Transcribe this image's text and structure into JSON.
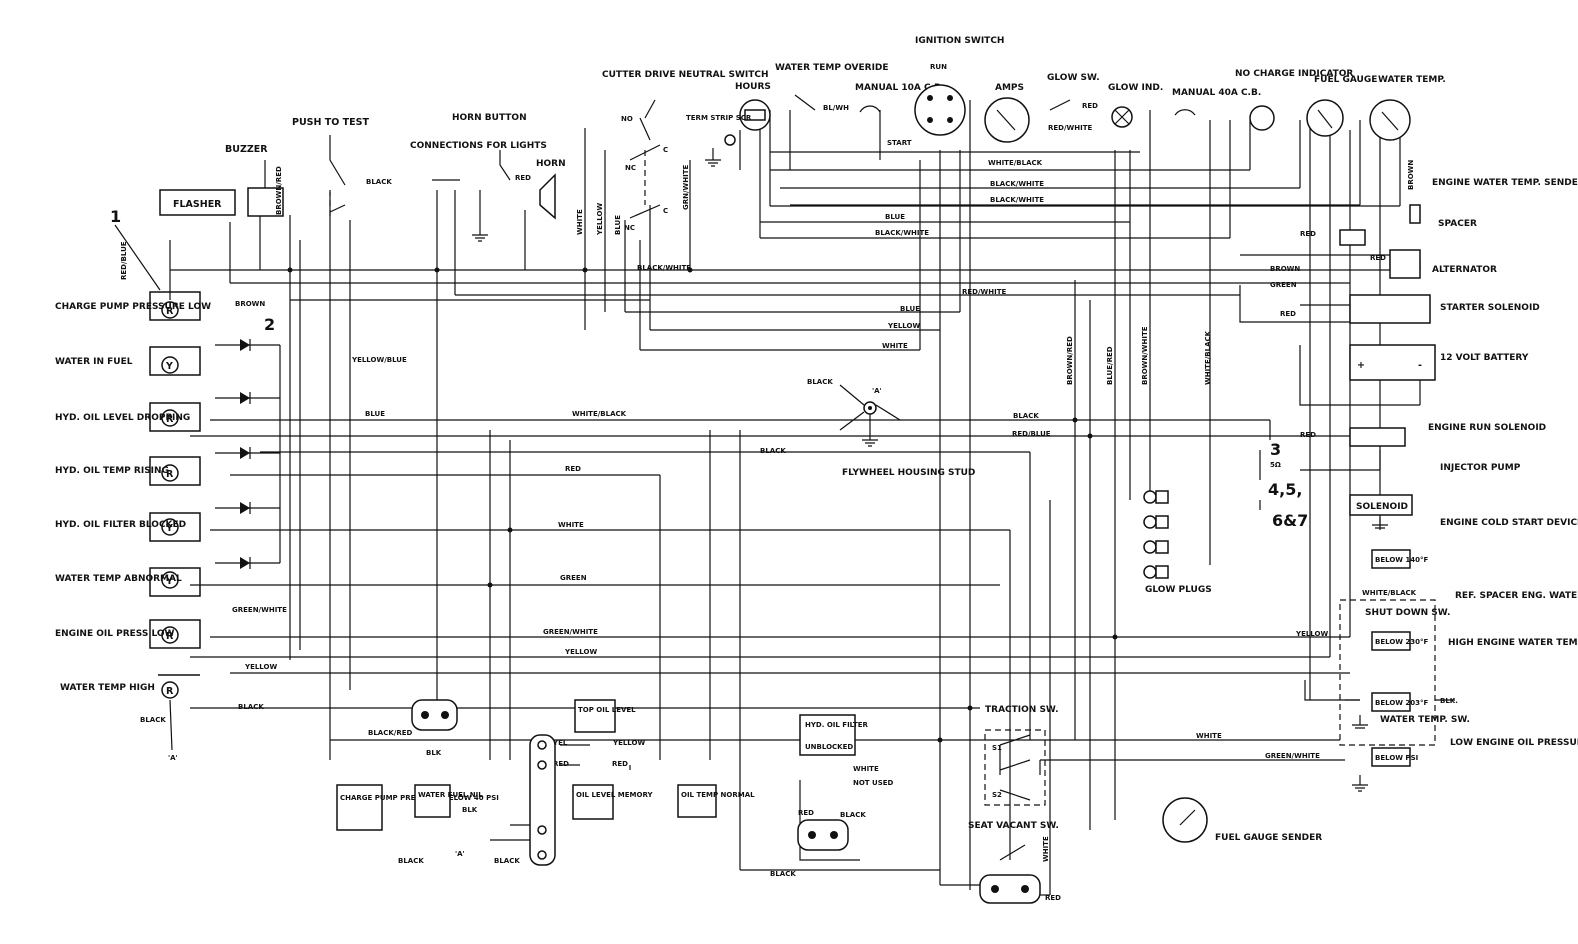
{
  "components": {
    "ignition_switch": "IGNITION SWITCH",
    "run": "RUN",
    "start": "START",
    "cutter_drive": "CUTTER DRIVE NEUTRAL SWITCH",
    "no": "NO",
    "nc": "NC",
    "c": "C",
    "hours": "HOURS",
    "term_strip": "TERM STRIP SCR",
    "water_temp_override": "WATER TEMP OVERIDE",
    "manual_10a": "MANUAL 10A C.B",
    "amps": "AMPS",
    "glow_sw": "GLOW SW.",
    "glow_ind": "GLOW IND.",
    "manual_40a": "MANUAL 40A C.B.",
    "no_charge": "NO CHARGE INDICATOR",
    "fuel_gauge": "FUEL GAUGE",
    "water_temp_gauge": "WATER TEMP.",
    "engine_water_temp_sender": "ENGINE WATER TEMP. SENDER",
    "spacer": "SPACER",
    "alternator": "ALTERNATOR",
    "starter_solenoid": "STARTER SOLENOID",
    "battery": "12 VOLT BATTERY",
    "engine_run_solenoid": "ENGINE RUN SOLENOID",
    "injector_pump": "INJECTOR PUMP",
    "solenoid": "SOLENOID",
    "cold_start": "ENGINE COLD START DEVICE",
    "below_140": "BELOW 140°F",
    "ref_spacer": "REF. SPACER ENG. WATER TEMP. SENDER",
    "shut_down": "SHUT DOWN SW.",
    "below_230": "BELOW 230°F",
    "high_engine": "HIGH ENGINE WATER TEMP.",
    "below_203": "BELOW 203°F",
    "water_temp_sw": "WATER TEMP. SW.",
    "blk": "BLK.",
    "low_oil": "LOW ENGINE OIL PRESSURE",
    "below_psi": "BELOW PSI",
    "flasher": "FLASHER",
    "buzzer": "BUZZER",
    "push_to_test": "PUSH TO TEST",
    "connections": "CONNECTIONS FOR LIGHTS",
    "horn_button": "HORN BUTTON",
    "horn": "HORN",
    "charge_pump": "CHARGE PUMP PRESSURE LOW",
    "water_in_fuel": "WATER IN FUEL",
    "hyd_oil_level": "HYD. OIL LEVEL DROPPING",
    "hyd_oil_temp": "HYD. OIL TEMP RISING",
    "hyd_oil_filter": "HYD. OIL FILTER BLOCKED",
    "water_temp_abnormal": "WATER TEMP ABNORMAL",
    "engine_oil_press": "ENGINE OIL PRESS LOW",
    "water_temp_high": "WATER TEMP HIGH",
    "flywheel": "FLYWHEEL HOUSING STUD",
    "glow_plugs": "GLOW PLUGS",
    "fuel_gauge_sender": "FUEL GAUGE SENDER",
    "traction": "TRACTION SW.",
    "s1": "S1",
    "s2": "S2",
    "seat": "SEAT VACANT SW.",
    "hyd_oil_filter_box": "HYD. OIL FILTER",
    "unblocked": "UNBLOCKED",
    "not_used": "NOT USED",
    "top_oil_level": "TOP OIL LEVEL",
    "oil_level_memory": "OIL LEVEL MEMORY",
    "oil_temp_normal": "OIL TEMP NORMAL",
    "charge_pump_box": "CHARGE PUMP PRESSURE BELOW 40 PSI",
    "water_fuel_box": "WATER FUEL NIL",
    "resistor": "5Ω",
    "callout_1": "1",
    "callout_2": "2",
    "callout_3": "3",
    "callout_4": "4,5,",
    "callout_6": "6&7",
    "lamp_r": "R",
    "lamp_y": "Y",
    "junction_a": "'A'",
    "batt_plus": "+",
    "batt_minus": "-"
  },
  "wire_labels": {
    "black": "BLACK",
    "red": "RED",
    "red_blue": "RED/BLUE",
    "brown": "BROWN",
    "brown_red": "BROWN/RED",
    "yellow_blue": "YELLOW/BLUE",
    "blue": "BLUE",
    "green_white": "GREEN/WHITE",
    "yellow": "YELLOW",
    "white_black": "WHITE/BLACK",
    "white": "WHITE",
    "green": "GREEN",
    "black_white": "BLACK/WHITE",
    "red_white": "RED/WHITE",
    "bl_wh": "BL/WH",
    "grn_white": "GRN/WHITE",
    "blue_red": "BLUE/RED",
    "brown_white": "BROWN/WHITE",
    "yel": "YEL",
    "black_red": "BLACK/RED",
    "blk": "BLK",
    "a": "'A'"
  }
}
